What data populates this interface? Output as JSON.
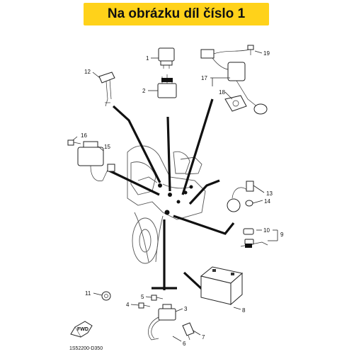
{
  "banner": {
    "text": "Na obrázku díl číslo 1",
    "color": "#ffd21a"
  },
  "diagram_code": "1S52200-D350",
  "fwd_label": "FWD",
  "callouts": {
    "c1": "1",
    "c2": "2",
    "c3": "3",
    "c4": "4",
    "c5": "5",
    "c6": "6",
    "c7": "7",
    "c8": "8",
    "c9": "9",
    "c10": "10",
    "c11": "11",
    "c12": "12",
    "c13": "13",
    "c14": "14",
    "c15": "15",
    "c16": "16",
    "c17": "17",
    "c18": "18",
    "c19": "19"
  }
}
